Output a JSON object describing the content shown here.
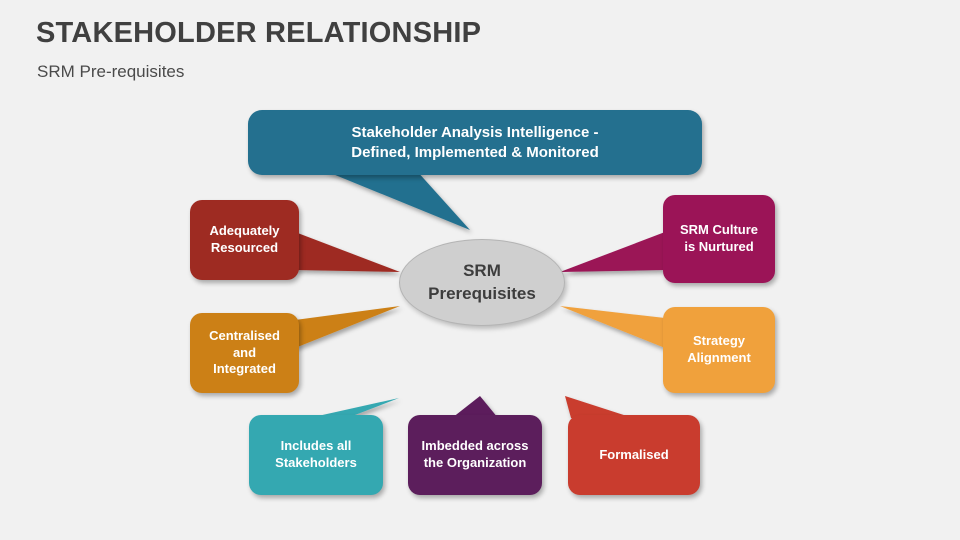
{
  "header": {
    "title": "STAKEHOLDER RELATIONSHIP",
    "subtitle": "SRM Pre-requisites"
  },
  "colors": {
    "background": "#f1f1f1",
    "title_text": "#404040",
    "center_fill": "#cfcfcf",
    "center_text": "#3d3d3d"
  },
  "diagram": {
    "center": {
      "label": "SRM\nPrerequisites",
      "line1": "SRM",
      "line2": "Prerequisites",
      "color": "#cfcfcf"
    },
    "nodes": [
      {
        "id": "stakeholder-analysis-intelligence",
        "line1": "Stakeholder Analysis Intelligence -",
        "line2": "Defined, Implemented & Monitored",
        "color": "#24708f",
        "position": "top"
      },
      {
        "id": "adequately-resourced",
        "line1": "Adequately",
        "line2": "Resourced",
        "color": "#9e2b22",
        "position": "left-top"
      },
      {
        "id": "centralised-and-integrated",
        "line1": "Centralised and",
        "line2": "Integrated",
        "color": "#cc8016",
        "position": "left-bottom"
      },
      {
        "id": "includes-all-stakeholders",
        "line1": "Includes all",
        "line2": "Stakeholders",
        "color": "#34a8b1",
        "position": "bottom-left"
      },
      {
        "id": "imbedded-across-the-organization",
        "line1": "Imbedded across",
        "line2": "the Organization",
        "color": "#5c1e5c",
        "position": "bottom-center"
      },
      {
        "id": "formalised",
        "line1": "Formalised",
        "line2": "",
        "color": "#c93c2e",
        "position": "bottom-right"
      },
      {
        "id": "srm-culture-is-nurtured",
        "line1": "SRM Culture",
        "line2": "is Nurtured",
        "color": "#9b1457",
        "position": "right-top"
      },
      {
        "id": "strategy-alignment",
        "line1": "Strategy",
        "line2": "Alignment",
        "color": "#f0a13c",
        "position": "right-bottom"
      }
    ]
  }
}
